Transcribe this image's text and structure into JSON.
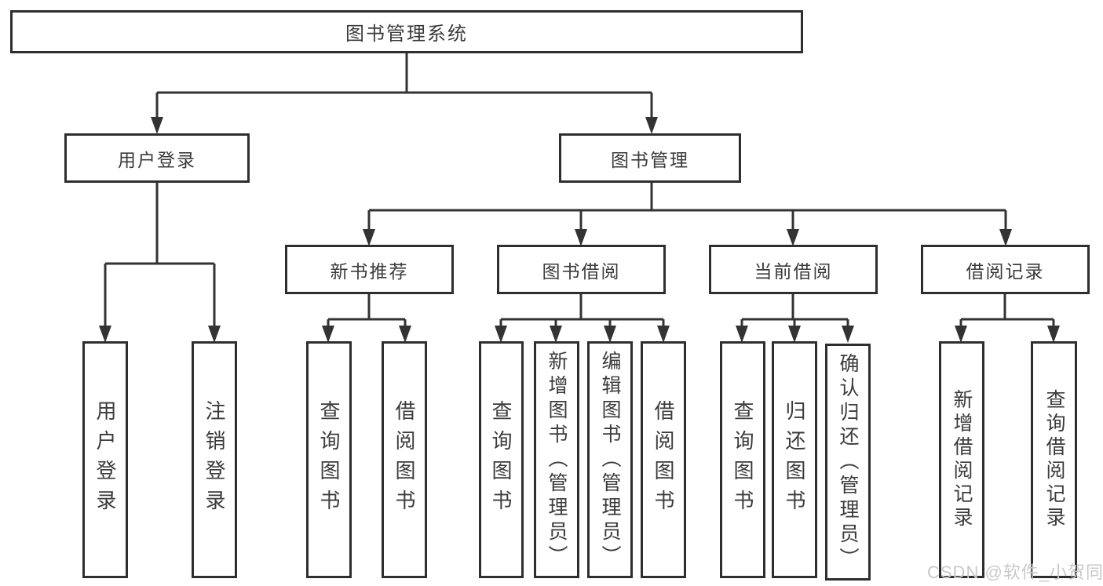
{
  "tree": {
    "label": "图书管理系统",
    "children": [
      {
        "label": "用户登录",
        "children": [
          {
            "label": "用户登录"
          },
          {
            "label": "注销登录"
          }
        ]
      },
      {
        "label": "图书管理",
        "children": [
          {
            "label": "新书推荐",
            "children": [
              {
                "label": "查询图书"
              },
              {
                "label": "借阅图书"
              }
            ]
          },
          {
            "label": "图书借阅",
            "children": [
              {
                "label": "查询图书"
              },
              {
                "label": "新增图书（管理员）"
              },
              {
                "label": "编辑图书（管理员）"
              },
              {
                "label": "借阅图书"
              }
            ]
          },
          {
            "label": "当前借阅",
            "children": [
              {
                "label": "查询图书"
              },
              {
                "label": "归还图书"
              },
              {
                "label": "确认归还（管理员）"
              }
            ]
          },
          {
            "label": "借阅记录",
            "children": [
              {
                "label": "新增借阅记录"
              },
              {
                "label": "查询借阅记录"
              }
            ]
          }
        ]
      }
    ]
  },
  "watermark": "CSDN @软件_小贺同学",
  "colors": {
    "line": "#333333",
    "box_border": "#2e2e2e",
    "text": "#3b3b3b",
    "watermark": "#c9c9c9",
    "background": "#ffffff"
  }
}
